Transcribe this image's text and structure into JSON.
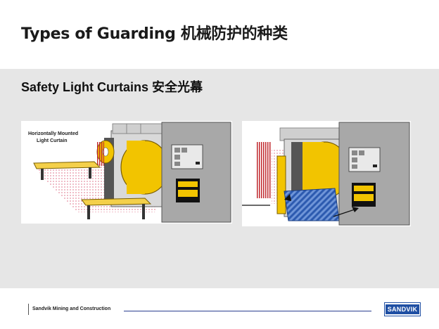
{
  "slide": {
    "title": "Types of Guarding 机械防护的种类",
    "subtitle": "Safety Light Curtains 安全光幕"
  },
  "figure_left": {
    "label_line1": "Horizontally Mounted",
    "label_line2": "Light Curtain"
  },
  "footer": {
    "company": "Sandvik Mining and Construction",
    "logo_text": "SANDVIK"
  },
  "colors": {
    "machine_yellow": "#f2c400",
    "panel_gray": "#a8a8a8",
    "beam_pink": "#e79aa8",
    "zone_blue": "#3f6fc0",
    "brand_blue": "#1f4fa3"
  }
}
